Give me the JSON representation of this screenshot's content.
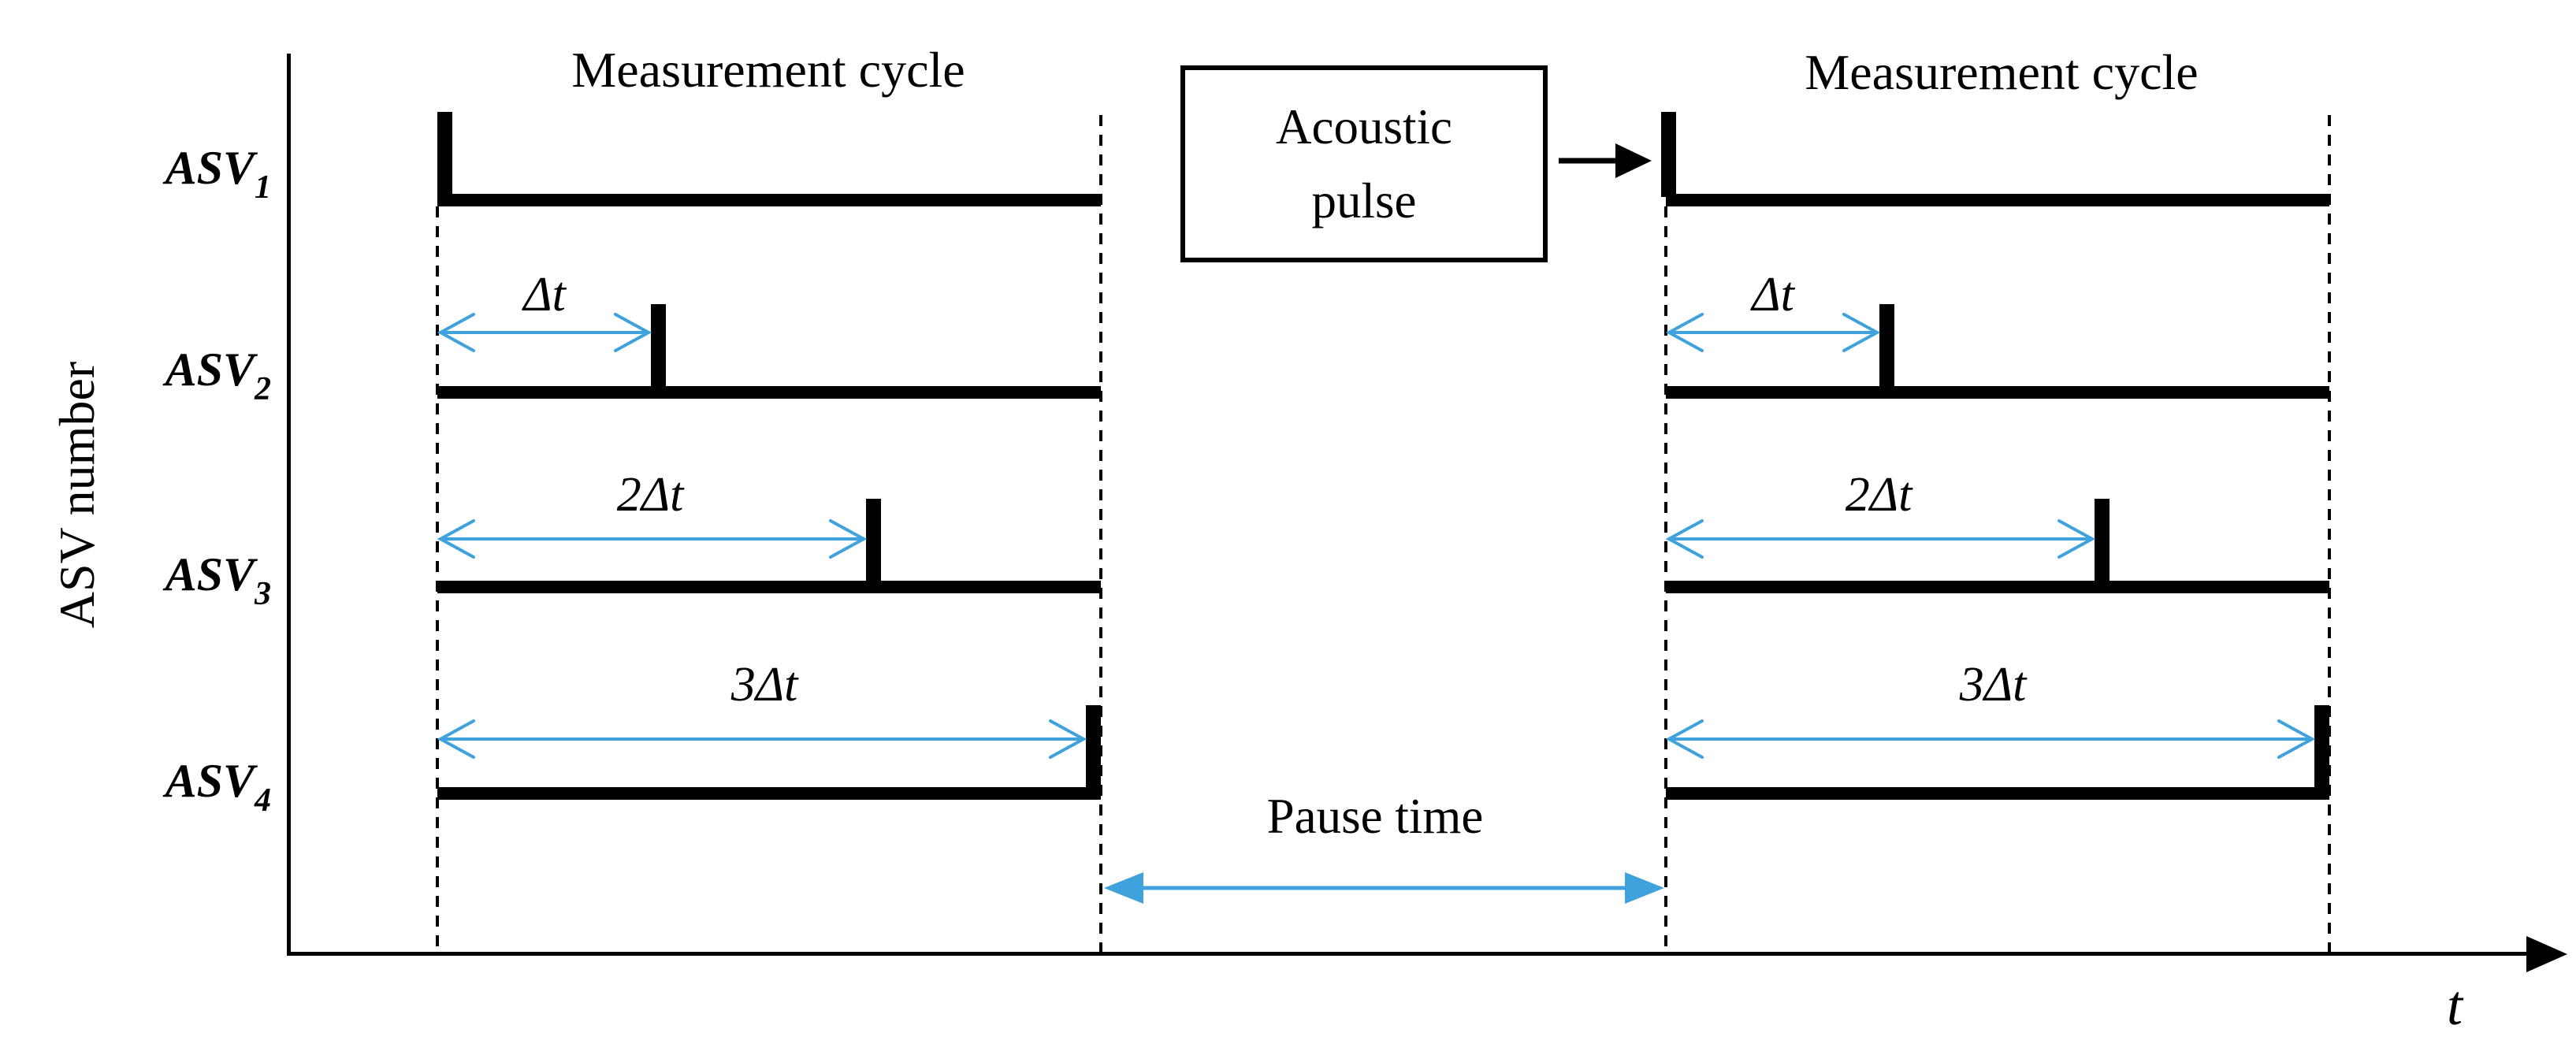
{
  "figure": {
    "titles": {
      "cycle1": "Measurement cycle",
      "cycle2": "Measurement cycle"
    },
    "y_axis": {
      "label": "ASV number",
      "rows": [
        {
          "base": "ASV",
          "sub": "1"
        },
        {
          "base": "ASV",
          "sub": "2"
        },
        {
          "base": "ASV",
          "sub": "3"
        },
        {
          "base": "ASV",
          "sub": "4"
        }
      ]
    },
    "x_axis": {
      "label": "t"
    },
    "annotation_box": {
      "line1": "Acoustic",
      "line2": "pulse"
    },
    "intervals": {
      "dt": "Δt",
      "dt2": "2Δt",
      "dt3": "3Δt"
    },
    "pause": {
      "label": "Pause time"
    },
    "colors": {
      "arrow_blue": "#3FA2DC",
      "ink": "#000000"
    },
    "timing": {
      "cycles_shown": 2,
      "rows_shown": 4,
      "pulse_delays_in_dt": [
        0,
        1,
        2,
        3
      ]
    }
  }
}
